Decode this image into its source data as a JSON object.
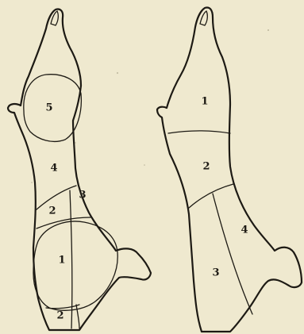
{
  "figure": {
    "background": "#efe9cf",
    "ink": "#1d1a14",
    "left_diagram": {
      "labels": [
        "5",
        "4",
        "3",
        "2",
        "1",
        "2"
      ]
    },
    "right_diagram": {
      "labels": [
        "1",
        "2",
        "4",
        "3"
      ]
    }
  }
}
